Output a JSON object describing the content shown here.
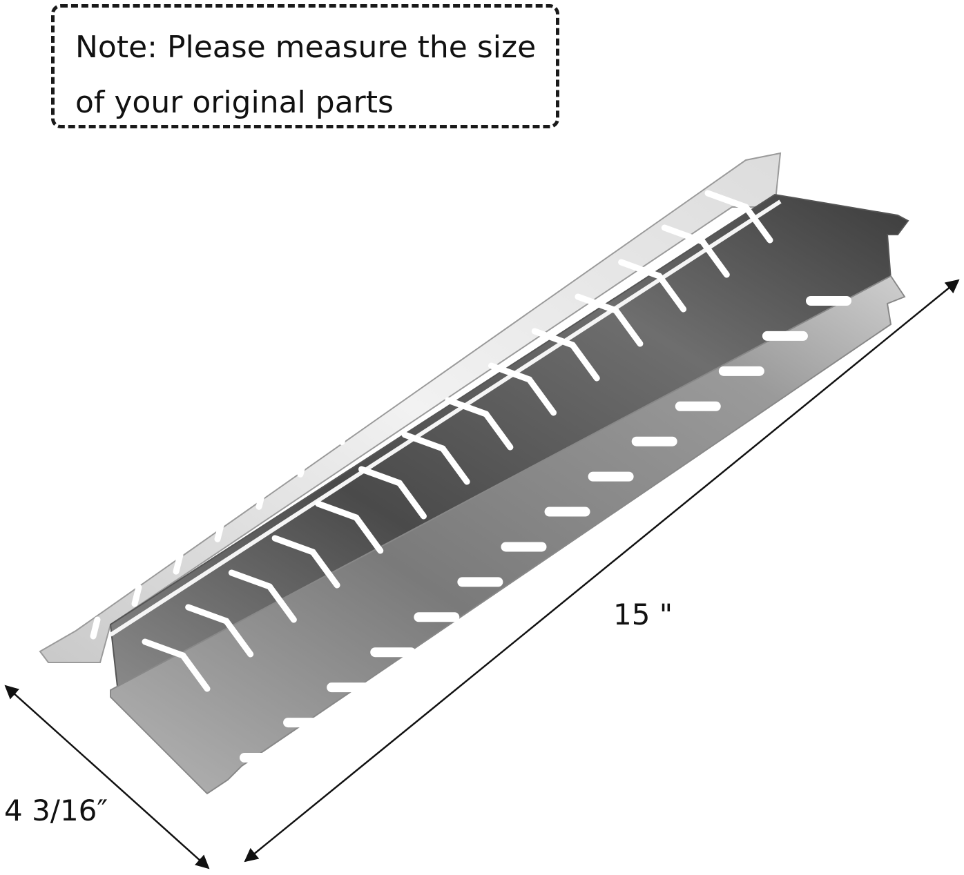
{
  "note": {
    "line1": "Note: Please measure the size",
    "line2": "of your original parts"
  },
  "dimensions": {
    "length_label": "15 \"",
    "width_label": "4 3/16″"
  },
  "product": {
    "name": "heat plate",
    "material_color": "#6a6a6a",
    "slots_per_row": 14
  }
}
